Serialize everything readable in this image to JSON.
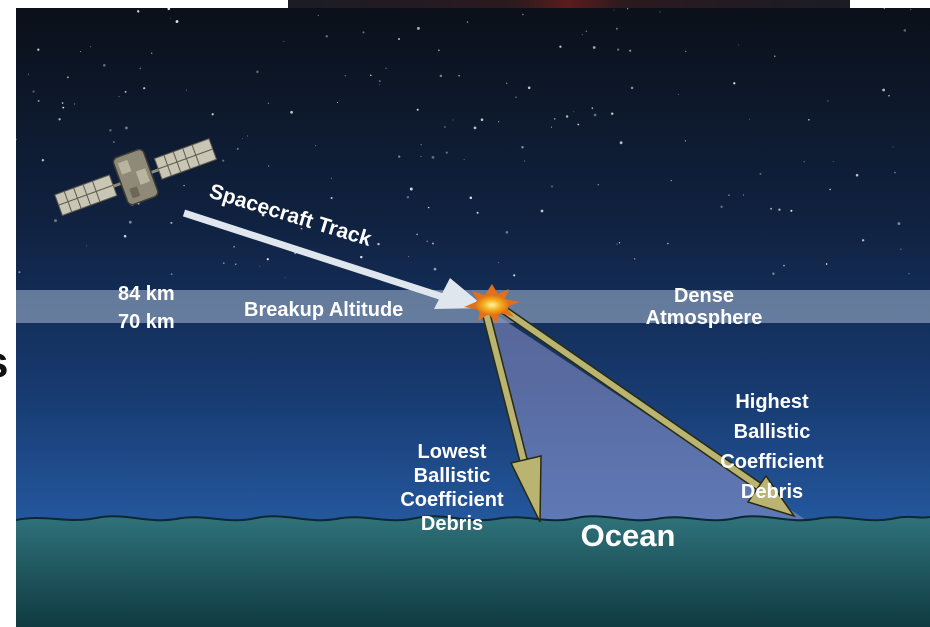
{
  "labels": {
    "track": "Spacecraft Track",
    "alt_upper": "84 km",
    "alt_lower": "70 km",
    "breakup": "Breakup Altitude",
    "dense_line1": "Dense",
    "dense_line2": "Atmosphere",
    "lowest": [
      "Lowest",
      "Ballistic",
      "Coefficient",
      "Debris"
    ],
    "highest": [
      "Highest",
      "Ballistic",
      "Coefficient",
      "Debris"
    ],
    "ocean": "Ocean",
    "cropped_glyph": "s"
  },
  "colors": {
    "sky_top": "#0b1019",
    "sky_mid": "#16335f",
    "sky_bottom": "#2f6fc2",
    "band": "#8fa6c4",
    "ocean_top": "#2e6f78",
    "ocean_bottom": "#123d44",
    "debris_arrow": "#b9b472",
    "track_arrow": "#dfe6ee",
    "debris_fan": "#8f96cc",
    "explosion": "#f5b21c"
  },
  "icons": {
    "satellite": "satellite-icon",
    "explosion": "explosion-icon"
  }
}
